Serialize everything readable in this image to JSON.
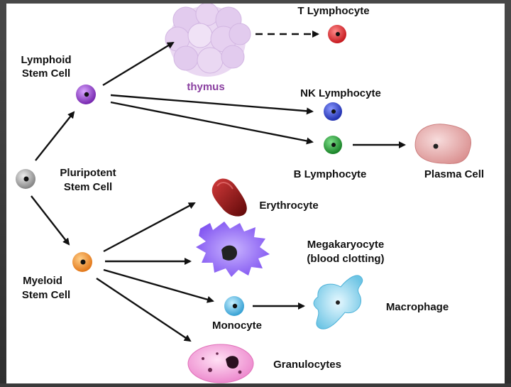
{
  "nodes": {
    "t_lymphocyte": "T Lymphocyte",
    "thymus": "thymus",
    "lymphoid_stem_cell_line1": "Lymphoid",
    "lymphoid_stem_cell_line2": "Stem Cell",
    "nk_lymphocyte": "NK Lymphocyte",
    "b_lymphocyte": "B Lymphocyte",
    "plasma_cell": "Plasma Cell",
    "pluripotent_stem_cell_line1": "Pluripotent",
    "pluripotent_stem_cell_line2": "Stem Cell",
    "erythrocyte": "Erythrocyte",
    "megakaryocyte_line1": "Megakaryocyte",
    "megakaryocyte_line2": "(blood clotting)",
    "myeloid_stem_cell_line1": "Myeloid",
    "myeloid_stem_cell_line2": "Stem Cell",
    "monocyte": "Monocyte",
    "macrophage": "Macrophage",
    "granulocytes": "Granulocytes"
  },
  "colors": {
    "thymus_label": "#8a3fa0",
    "t_cell": "#e11b22",
    "nk_cell": "#2437c8",
    "b_cell": "#1a9a2a",
    "lymphoid_cell": "#8a2bc0",
    "pluripotent_cell": "#9a9a9a",
    "myeloid_cell": "#f08a1a",
    "monocyte_cell": "#3aaee0",
    "erythrocyte": "#a31515",
    "megakaryocyte": "#8b5cf0",
    "macrophage": "#7fd0ea",
    "granulocyte": "#f29ad6",
    "plasma_cell": "#e7a3a3",
    "thymus": "#e7d3f0"
  }
}
